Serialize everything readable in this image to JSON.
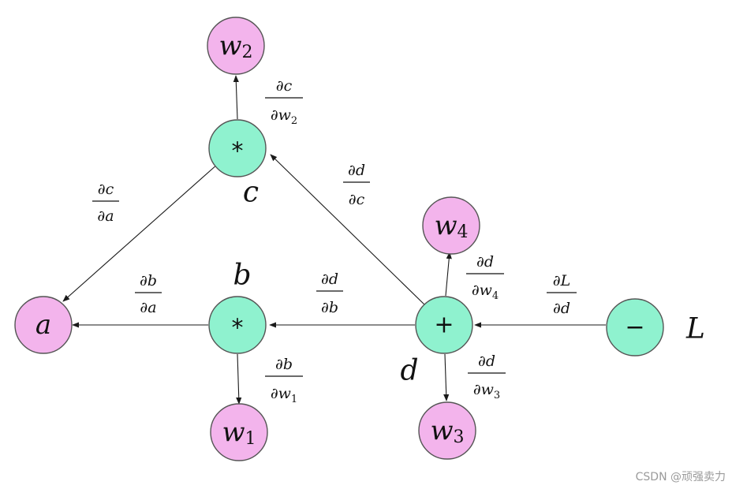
{
  "colors": {
    "variable": "#f3b4ec",
    "operation": "#8ff2cf"
  },
  "nodes": {
    "a": {
      "label": "a",
      "kind": "variable"
    },
    "w1": {
      "label": "w",
      "sub": "1",
      "kind": "variable"
    },
    "w2": {
      "label": "w",
      "sub": "2",
      "kind": "variable"
    },
    "w3": {
      "label": "w",
      "sub": "3",
      "kind": "variable"
    },
    "w4": {
      "label": "w",
      "sub": "4",
      "kind": "variable"
    },
    "b": {
      "symbol": "*",
      "kind": "operation"
    },
    "c": {
      "symbol": "*",
      "kind": "operation"
    },
    "d": {
      "symbol": "+",
      "kind": "operation"
    },
    "L": {
      "symbol": "−",
      "kind": "operation"
    }
  },
  "node_names": {
    "b": "b",
    "c": "c",
    "d": "d",
    "L": "L"
  },
  "edge_labels": {
    "dc_da": {
      "num": "∂c",
      "den": "∂a"
    },
    "db_da": {
      "num": "∂b",
      "den": "∂a"
    },
    "dc_dw2": {
      "num": "∂c",
      "den": "∂w",
      "den_sub": "2"
    },
    "dd_dc": {
      "num": "∂d",
      "den": "∂c"
    },
    "dd_db": {
      "num": "∂d",
      "den": "∂b"
    },
    "db_dw1": {
      "num": "∂b",
      "den": "∂w",
      "den_sub": "1"
    },
    "dd_dw4": {
      "num": "∂d",
      "den": "∂w",
      "den_sub": "4"
    },
    "dd_dw3": {
      "num": "∂d",
      "den": "∂w",
      "den_sub": "3"
    },
    "dL_dd": {
      "num": "∂L",
      "den": "∂d"
    }
  },
  "watermark": "CSDN @顽强卖力"
}
